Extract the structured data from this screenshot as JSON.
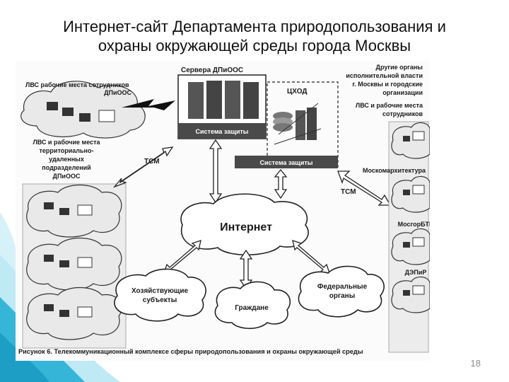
{
  "slide": {
    "title_line1": "Интернет-сайт Департамента природопользования и",
    "title_line2": "охраны окружающей среды города Москвы",
    "page_number": "18"
  },
  "diagram": {
    "servers_label": "Сервера ДПиООС",
    "lan_staff_line1": "ЛВС рабочие места сотрудников",
    "lan_staff_line2": "ДПиООС",
    "lan_territorial": [
      "ЛВС и рабочие места",
      "территориально-",
      "удаленных",
      "подразделений",
      "ДПиООС"
    ],
    "security_system_1": "Система защиты",
    "security_system_2": "Система защиты",
    "data_center": "ЦХОД",
    "tcm_left": "ТСМ",
    "tcm_right": "ТСМ",
    "internet": "Интернет",
    "other_bodies": [
      "Другие органы",
      "исполнительной власти",
      "г. Москвы и городские",
      "организации"
    ],
    "lan_right": [
      "ЛВС и рабочие места",
      "сотрудников"
    ],
    "org1": "Москомархитектура",
    "org2": "МосгорБТИ",
    "org3": "ДЭПиР",
    "business": [
      "Хозяйствующие",
      "субъекты"
    ],
    "citizens": "Граждане",
    "federal": [
      "Федеральные",
      "органы"
    ],
    "caption": "Рисунок 6. Телекоммуникационный комплексе сферы природопользования и охраны окружающей среды"
  },
  "colors": {
    "accent_cyan": "#35b6d8",
    "accent_light": "#bfe9f5"
  }
}
